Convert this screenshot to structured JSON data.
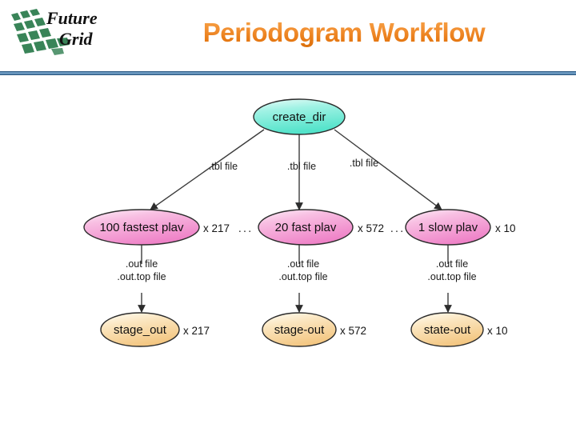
{
  "header": {
    "logo_text_line1": "Future",
    "logo_text_line2": "Grid",
    "logo_name": "futuregrid-logo",
    "title": "Periodogram Workflow",
    "title_color": "#ED8B20",
    "divider_color": "#5b8db8"
  },
  "diagram": {
    "type": "workflow-dag",
    "nodes": {
      "root": {
        "label": "create_dir",
        "color": "#7FEDDC",
        "shape": "ellipse"
      },
      "middle": [
        {
          "label": "100 fastest plav",
          "multiplier": "x 217",
          "color": "#F4A8D8"
        },
        {
          "label": "20 fast plav",
          "multiplier": "x 572",
          "color": "#F4A8D8"
        },
        {
          "label": "1 slow plav",
          "multiplier": "x 10",
          "color": "#F4A8D8"
        }
      ],
      "bottom": [
        {
          "label": "stage_out",
          "multiplier": "x 217",
          "color": "#F8D9A0"
        },
        {
          "label": "stage-out",
          "multiplier": "x 572",
          "color": "#F8D9A0"
        },
        {
          "label": "state-out",
          "multiplier": "x 10",
          "color": "#F8D9A0"
        }
      ]
    },
    "edges": {
      "top_labels": [
        ".tbl file",
        ".tbl file",
        ".tbl file"
      ],
      "bottom_labels_line1": [
        ".out file",
        ".out file",
        ".out file"
      ],
      "bottom_labels_line2": [
        ".out.top file",
        ".out.top file",
        ".out.top file"
      ]
    },
    "separators": [
      "...",
      "..."
    ]
  }
}
